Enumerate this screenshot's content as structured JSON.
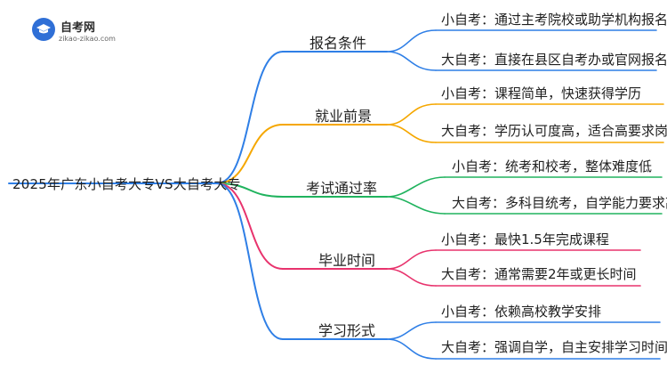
{
  "logo": {
    "title": "自考网",
    "url": "zikao-zikao.com"
  },
  "root": {
    "label": "2025年广东小自考大专VS大自考大专"
  },
  "branches": [
    {
      "label": "报名条件",
      "color": "#2f7fe6",
      "leaves": [
        "小自考：通过主考院校或助学机构报名",
        "大自考：直接在县区自考办或官网报名"
      ]
    },
    {
      "label": "就业前景",
      "color": "#f5a700",
      "leaves": [
        "小自考：课程简单，快速获得学历",
        "大自考：学历认可度高，适合高要求岗位"
      ]
    },
    {
      "label": "考试通过率",
      "color": "#20b35e",
      "leaves": [
        "小自考：统考和校考，整体难度低",
        "大自考：多科目统考，自学能力要求高"
      ]
    },
    {
      "label": "毕业时间",
      "color": "#e8336d",
      "leaves": [
        "小自考：最快1.5年完成课程",
        "大自考：通常需要2年或更长时间"
      ]
    },
    {
      "label": "学习形式",
      "color": "#2f7fe6",
      "leaves": [
        "小自考：依赖高校教学安排",
        "大自考：强调自学，自主安排学习时间"
      ]
    }
  ]
}
